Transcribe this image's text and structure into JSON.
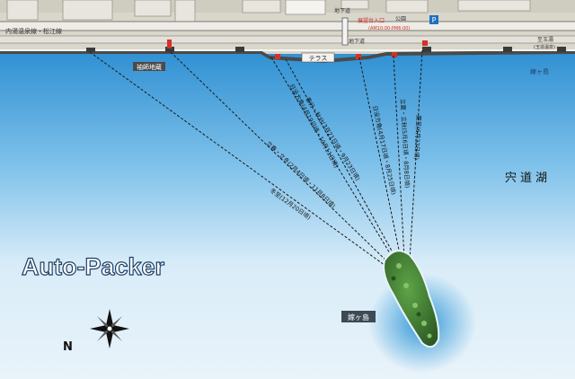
{
  "map": {
    "lake_name": "宍道湖",
    "island_name": "嫁ヶ島",
    "watermark": "Auto-Packer",
    "top_labels": {
      "terrace": "テラス",
      "road_left": "内湯温泉線・松江線",
      "parking_sign": "P",
      "area_right": "嫁ヶ島",
      "stop_left": "袖師地蔵",
      "underpass_top": "地下道",
      "underpass_bottom": "地下道",
      "hours_red": "(AM10:00-PM6:00)",
      "entrance_red": "展望台入口",
      "road_right": "至玉湯",
      "road_right_sub": "(玉造温泉)",
      "kou_label": "公園"
    },
    "sight_lines": [
      {
        "label": "冬至(12月20日頃)"
      },
      {
        "label": "立春・立冬(2月4日頃・11月8日頃)"
      },
      {
        "label": "春分・秋分(3月21日頃・9月23日頃)"
      },
      {
        "label": "日没方角(4月19日頃・10月11日頃)"
      },
      {
        "label": "日没方角(4月17日頃・8月25日頃)"
      },
      {
        "label": "立夏・立秋(5月6日頃・8月8日頃)"
      },
      {
        "label": "夏至(6月22日頃)"
      }
    ],
    "compass": {
      "north_label": "N"
    },
    "colors": {
      "water_top": "#2f8fd2",
      "water_mid": "#a9d6ef",
      "water_light": "#dff0fa",
      "island_green": "#3f7a34",
      "shore_red": "#d2322a"
    }
  }
}
